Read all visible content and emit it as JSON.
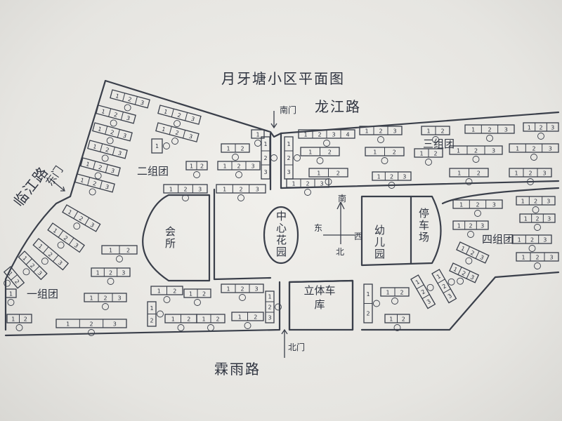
{
  "title": "月牙塘小区平面图",
  "roads": {
    "north": "龙江路",
    "south": "霖雨路",
    "west": "临江路"
  },
  "gates": {
    "south_gate": "南门",
    "east_gate": "东门",
    "north_gate": "北门"
  },
  "zones": {
    "group1": "一组团",
    "group2": "二组团",
    "group3": "三组团",
    "group4": "四组团"
  },
  "facilities": {
    "clubhouse": "会所",
    "garden": "中心花园",
    "kindergarten": "幼儿园",
    "parking": "停车场",
    "garage": "立体车库"
  },
  "compass": {
    "south": "南",
    "west": "西",
    "east": "东",
    "north": "北"
  },
  "unit_labels": [
    "1",
    "2",
    "3",
    "4"
  ]
}
